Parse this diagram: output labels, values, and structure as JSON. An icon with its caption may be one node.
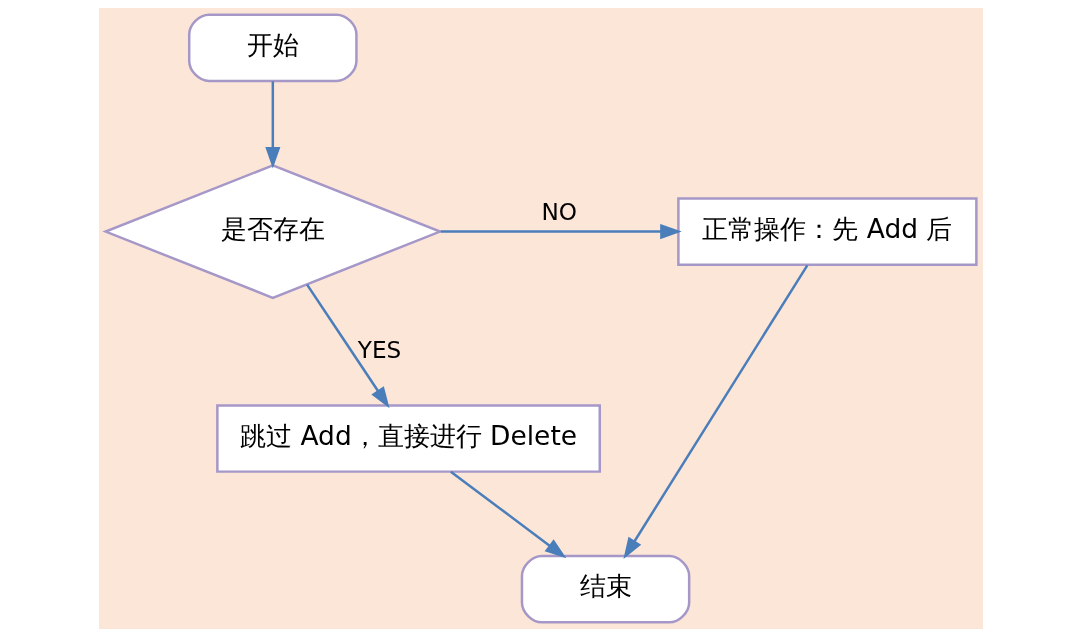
{
  "diagram": {
    "nodes": [
      {
        "text": [
          "开始"
        ]
      },
      {
        "text": [
          "是否存在"
        ]
      },
      {
        "text": [
          "正常操作：先 Add 后"
        ]
      },
      {
        "text": [
          "跳过 Add，直接进行 Delete"
        ]
      },
      {
        "text": [
          "结束"
        ]
      }
    ],
    "edges": [
      {
        "from": 0,
        "to": 1,
        "arrow": "to"
      },
      {
        "from": 1,
        "to": 2,
        "arrow": "to",
        "label": "NO"
      },
      {
        "from": 1,
        "to": 3,
        "arrow": "to",
        "label": "YES"
      },
      {
        "from": 3,
        "to": 4,
        "arrow": "to"
      },
      {
        "from": 2,
        "to": 4,
        "arrow": "to"
      }
    ]
  }
}
